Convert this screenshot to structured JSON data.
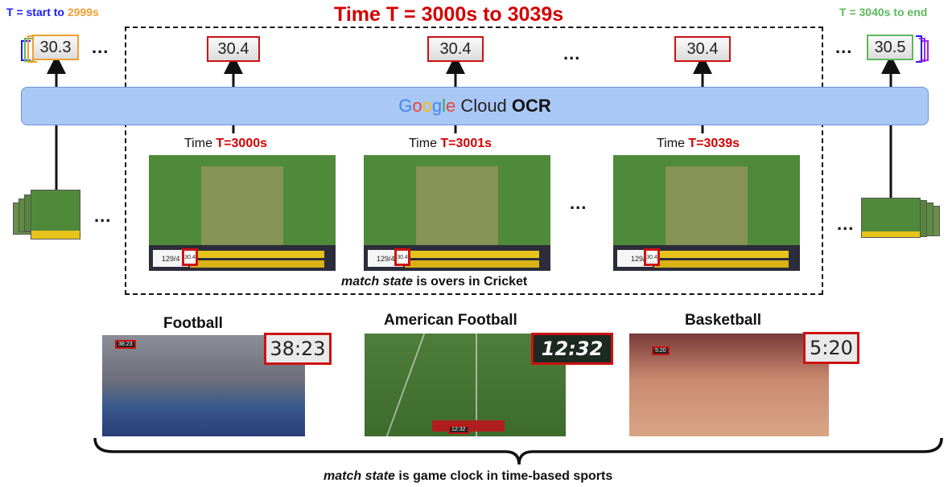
{
  "header": {
    "main_title": "Time T = 3000s to 3039s",
    "left_prefix": "T = start to ",
    "left_suffix": "2999s",
    "right_label": "T = 3040s to end"
  },
  "ocr_values": {
    "left": "30.3",
    "mid1": "30.4",
    "mid2": "30.4",
    "mid3": "30.4",
    "right": "30.5"
  },
  "ocr_bar": {
    "brand_letters": [
      "G",
      "o",
      "o",
      "g",
      "l",
      "e"
    ],
    "cloud": " Cloud ",
    "ocr": "OCR"
  },
  "frames": [
    {
      "prefix": "Time ",
      "time": "T=3000s",
      "score": "129/4",
      "overs": "30.4"
    },
    {
      "prefix": "Time ",
      "time": "T=3001s",
      "score": "129/4",
      "overs": "30.4"
    },
    {
      "prefix": "Time ",
      "time": "T=3039s",
      "score": "129/4",
      "overs": "30.4"
    }
  ],
  "ellipsis": "...",
  "cricket_caption": {
    "italic": "match state",
    "rest": " is overs in Cricket"
  },
  "sports": [
    {
      "title": "Football",
      "clock": "38:23"
    },
    {
      "title": "American Football",
      "clock": "12:32"
    },
    {
      "title": "Basketball",
      "clock": "5:20"
    }
  ],
  "bottom_caption": {
    "italic": "match state",
    "rest": " is game clock in time-based sports"
  },
  "colors": {
    "red": "#d40000",
    "blue": "#1a1aff",
    "orange": "#f0a030",
    "green": "#5cb85c",
    "purple": "#a020f0",
    "ocr_bar": "#a9c8f6"
  }
}
